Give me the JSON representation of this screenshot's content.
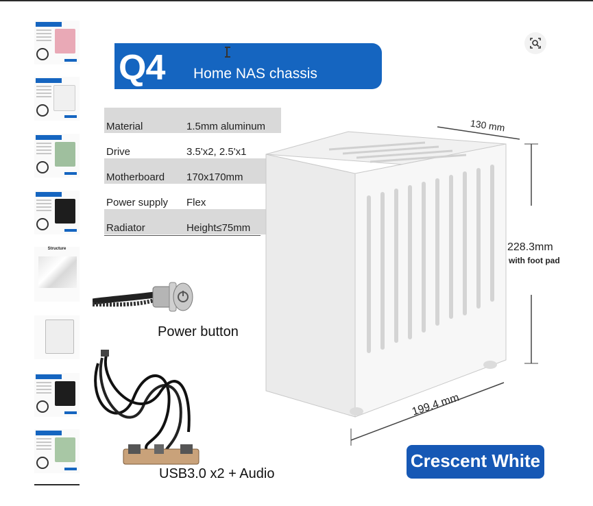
{
  "thumbnails": [
    {
      "label": "",
      "color": "#e9a9b6"
    },
    {
      "label": "",
      "color": "#f0f0f0"
    },
    {
      "label": "",
      "color": "#9fbf9e"
    },
    {
      "label": "",
      "color": "#1d1d1d"
    },
    {
      "label": "Structure",
      "color": ""
    },
    {
      "label": "",
      "color": ""
    },
    {
      "label": "",
      "color": "#1d1d1d"
    },
    {
      "label": "",
      "color": "#a8c7a5"
    }
  ],
  "banner": {
    "model": "Q4",
    "subtitle": "Home NAS chassis"
  },
  "specs": [
    {
      "key": "Material",
      "value": "1.5mm aluminum"
    },
    {
      "key": "Drive",
      "value": "3.5'x2, 2.5'x1"
    },
    {
      "key": "Motherboard",
      "value": "170x170mm"
    },
    {
      "key": "Power supply",
      "value": "Flex"
    },
    {
      "key": "Radiator",
      "value": "Height≤75mm"
    }
  ],
  "dimensions": {
    "depth": "130 mm",
    "height": "228.3mm",
    "height_note": "with foot pad",
    "width": "199.4 mm"
  },
  "captions": {
    "power_button": "Power button",
    "usb": "USB3.0 x2 + Audio"
  },
  "color_badge": "Crescent White",
  "colors": {
    "brand_blue": "#1565c0",
    "badge_blue": "#1658b5"
  },
  "icons": {
    "lens": "visual-search-icon"
  }
}
